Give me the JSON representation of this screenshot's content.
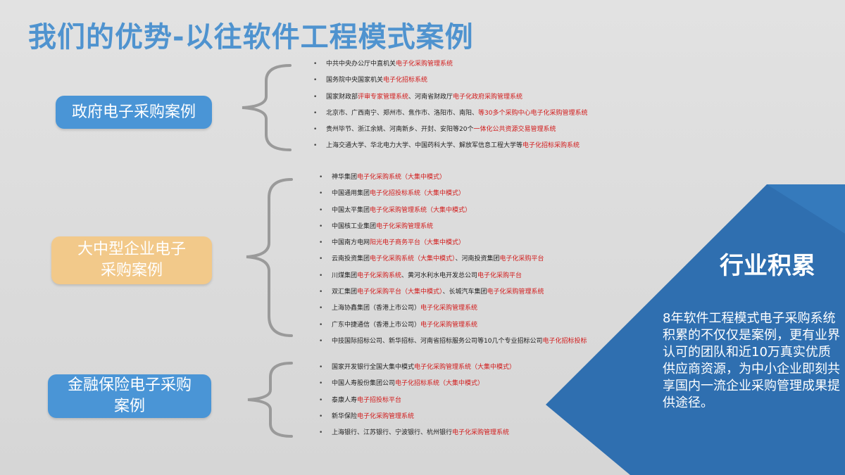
{
  "title": "我们的优势-以往软件工程模式案例",
  "categories": [
    {
      "label": "政府电子采购案例",
      "items": [
        {
          "text": "中共中央办公厅中直机关",
          "red": "电子化采购管理系统"
        },
        {
          "text": "国务院中央国家机关",
          "red": "电子化招标系统"
        },
        {
          "text": "国家财政部",
          "red": "评审专家管理系统",
          "text2": "、河南省财政厅",
          "red2": "电子化政府采购管理系统"
        },
        {
          "text": "北京市、广西南宁、郑州市、焦作市、洛阳市、南阳、",
          "red": "等30多个采购中心电子化采购管理系统"
        },
        {
          "text": "贵州毕节、浙江余姚、河南新乡、开封、安阳等20个",
          "red": "一体化公共资源交易管理系统"
        },
        {
          "text": "上海交通大学、华北电力大学、中国药科大学、解放军信息工程大学等",
          "red": "电子化招标采购系统"
        }
      ]
    },
    {
      "label": "大中型企业电子采购案例",
      "items": [
        {
          "text": "神华集团",
          "red": "电子化采购系统（大集中模式）"
        },
        {
          "text": "中国通用集团",
          "red": "电子化招投标系统（大集中模式）"
        },
        {
          "text": "中国太平集团",
          "red": "电子化采购管理系统（大集中模式）"
        },
        {
          "text": "中国核工业集团",
          "red": "电子化采购管理系统"
        },
        {
          "text": "中国南方电网",
          "red": "阳光电子商务平台（大集中模式）"
        },
        {
          "text": "云南投资集团",
          "red": "电子化采购系统（大集中模式）",
          "text2": "、河南投资集团",
          "red2": "电子化采购平台"
        },
        {
          "text": "川煤集团",
          "red": "电子化采购系统",
          "text2": "、黄河水利水电开发总公司",
          "red2": "电子化采购平台"
        },
        {
          "text": "双汇集团",
          "red": "电子化采购平台（大集中模式）",
          "text2": "、长城汽车集团",
          "red2": "电子化采购管理系统"
        },
        {
          "text": "上海协鑫集团（香港上市公司）",
          "red": "电子化采购管理系统"
        },
        {
          "text": "广东中捷通信（香港上市公司）",
          "red": "电子化采购管理系统"
        },
        {
          "text": "中技国际招标公司、新华招标、河南省招标服务公司等10几个专业招标公司",
          "red": "电子化招标投标"
        }
      ]
    },
    {
      "label": "金融保险电子采购案例",
      "items": [
        {
          "text": "国家开发银行全国大集中模式",
          "red": "电子化采购管理系统（大集中模式）"
        },
        {
          "text": "中国人寿股份集团公司",
          "red": "电子化招标系统（大集中模式）"
        },
        {
          "text": "泰康人寿",
          "red": "电子招投标平台"
        },
        {
          "text": "新华保险",
          "red": "电子化采购管理系统"
        },
        {
          "text": "上海银行、江苏银行、宁波银行、杭州银行",
          "red": "电子化采购管理系统"
        }
      ]
    }
  ],
  "panel": {
    "title": "行业积累",
    "text": "8年软件工程模式电子采购系统积累的不仅仅是案例，更有业界认可的团队和近10万真实优质供应商资源，为中小企业即刻共享国内一流企业采购管理成果提供途径。"
  }
}
